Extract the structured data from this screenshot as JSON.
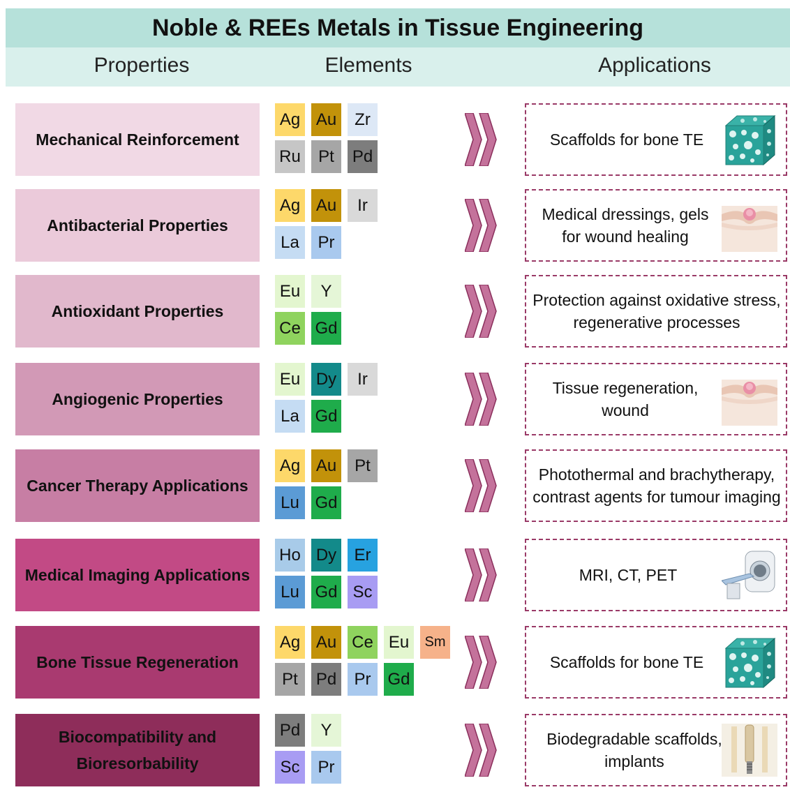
{
  "title": "Noble & REEs Metals in Tissue Engineering",
  "headers": {
    "properties": "Properties",
    "elements": "Elements",
    "applications": "Applications"
  },
  "colors": {
    "Ag": "#fdd86a",
    "Au": "#c2920a",
    "Zr": "#dde8f6",
    "Ru": "#c6c6c6",
    "Pt": "#a6a6a6",
    "Pd": "#7d7d7d",
    "Ir": "#d9d9d9",
    "La": "#c5dcf3",
    "Pr": "#a9c9ee",
    "Eu": "#e3f6cf",
    "Y": "#e5f6d7",
    "Ce": "#8fd35e",
    "Gd": "#1fac4b",
    "Dy": "#138a8a",
    "Lu": "#5b9bd5",
    "Ho": "#a8cbe9",
    "Er": "#27a2e0",
    "Sc": "#a89cf3",
    "Sm": "#f6b28a",
    "prop_row_backgrounds": [
      "#f1d9e5",
      "#ebcada",
      "#e1b8cc",
      "#d299b6",
      "#c77ea4",
      "#c24a85",
      "#a93a70",
      "#8e2d5a"
    ],
    "chevron": "#c4729b",
    "dash": "#9a3a67"
  },
  "rows": [
    {
      "property": "Mechanical Reinforcement",
      "elements": [
        [
          "Ag",
          "Au",
          "Zr"
        ],
        [
          "Ru",
          "Pt",
          "Pd"
        ]
      ],
      "application": "Scaffolds for bone TE",
      "icon": "bone-scaffold-icon"
    },
    {
      "property": "Antibacterial Properties",
      "elements": [
        [
          "Ag",
          "Au",
          "Ir"
        ],
        [
          "La",
          "Pr"
        ]
      ],
      "application": "Medical dressings, gels\nfor wound healing",
      "icon": "skin-wound-icon"
    },
    {
      "property": "Antioxidant Properties",
      "elements": [
        [
          "Eu",
          "Y"
        ],
        [
          "Ce",
          "Gd"
        ]
      ],
      "application": "Protection against oxidative stress,\nregenerative processes",
      "icon": ""
    },
    {
      "property": "Angiogenic Properties",
      "elements": [
        [
          "Eu",
          "Dy",
          "Ir"
        ],
        [
          "La",
          "Gd"
        ]
      ],
      "application": "Tissue regeneration,\nwound",
      "icon": "skin-wound-icon"
    },
    {
      "property": "Cancer Therapy Applications",
      "elements": [
        [
          "Ag",
          "Au",
          "Pt"
        ],
        [
          "Lu",
          "Gd"
        ]
      ],
      "application": "Photothermal and brachytherapy,\ncontrast agents for tumour imaging",
      "icon": ""
    },
    {
      "property": "Medical Imaging Applications",
      "elements": [
        [
          "Ho",
          "Dy",
          "Er"
        ],
        [
          "Lu",
          "Gd",
          "Sc"
        ]
      ],
      "application": "MRI, CT, PET",
      "icon": "ct-scanner-icon"
    },
    {
      "property": "Bone Tissue Regeneration",
      "elements": [
        [
          "Ag",
          "Au",
          "Ce",
          "Eu",
          "Sm"
        ],
        [
          "Pt",
          "Pd",
          "Pr",
          "Gd"
        ]
      ],
      "application": "Scaffolds for bone TE",
      "icon": "bone-scaffold-icon"
    },
    {
      "property": "Biocompatibility and\nBioresorbability",
      "elements": [
        [
          "Pd",
          "Y"
        ],
        [
          "Sc",
          "Pr"
        ]
      ],
      "application": "Biodegradable scaffolds,\nimplants",
      "icon": "bone-implant-icon"
    }
  ]
}
